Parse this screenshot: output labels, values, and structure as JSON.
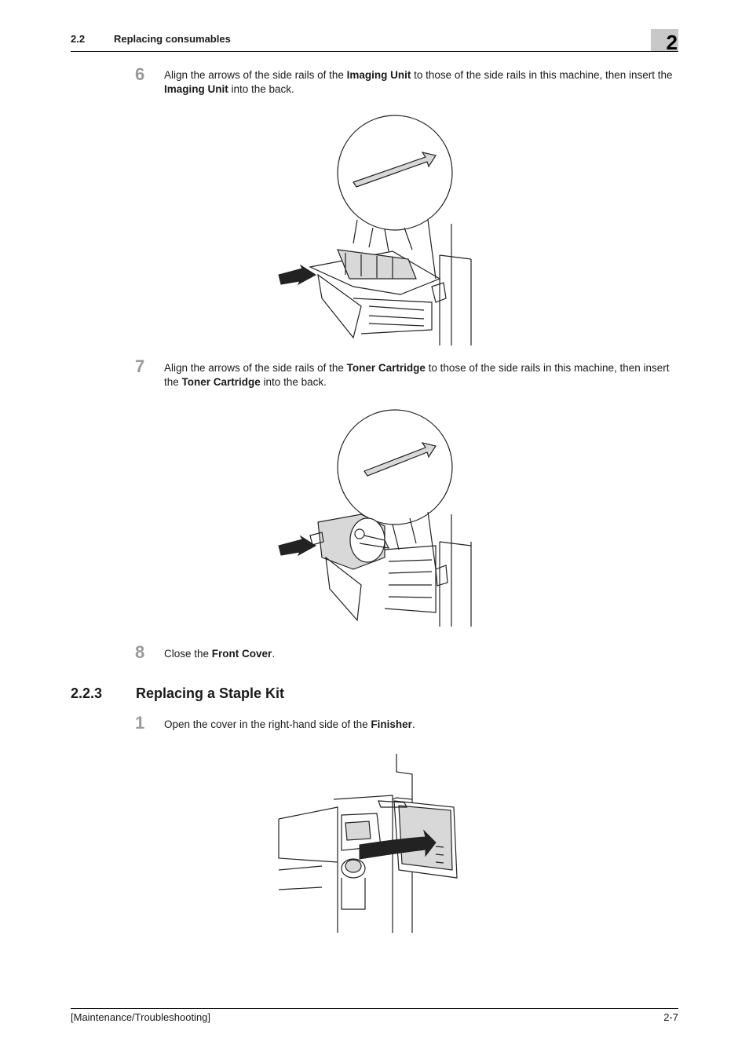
{
  "header": {
    "section_number": "2.2",
    "section_title": "Replacing consumables",
    "chapter_number": "2"
  },
  "steps_top": [
    {
      "number": "6",
      "pre": "Align the arrows of the side rails of the ",
      "b1": "Imaging Unit",
      "mid": " to those of the side rails in this machine, then insert the ",
      "b2": "Imaging Unit",
      "post": " into the back."
    },
    {
      "number": "7",
      "pre": "Align the arrows of the side rails of the ",
      "b1": "Toner Cartridge",
      "mid": " to those of the side rails in this machine, then insert the ",
      "b2": "Toner Cartridge",
      "post": " into the back."
    },
    {
      "number": "8",
      "pre": "Close the ",
      "b1": "Front Cover",
      "post": "."
    }
  ],
  "subsection": {
    "number": "2.2.3",
    "title": "Replacing a Staple Kit"
  },
  "steps_sub": [
    {
      "number": "1",
      "pre": "Open the cover in the right-hand side of the ",
      "b1": "Finisher",
      "post": "."
    }
  ],
  "footer": {
    "left": "[Maintenance/Troubleshooting]",
    "right": "2-7"
  }
}
